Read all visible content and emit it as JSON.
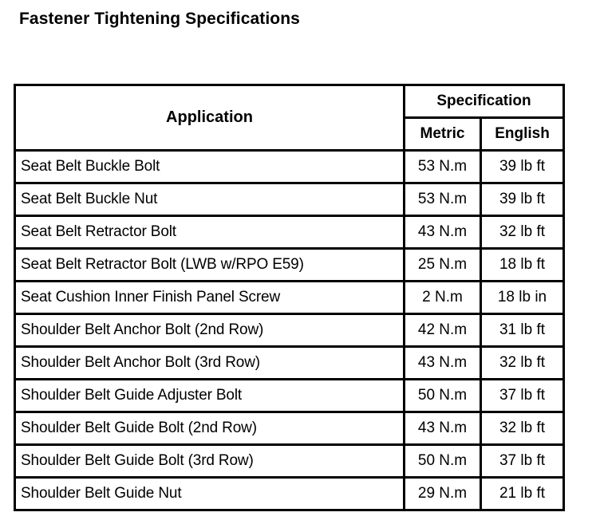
{
  "page": {
    "title": "Fastener Tightening Specifications"
  },
  "table": {
    "headers": {
      "application": "Application",
      "specification": "Specification",
      "metric": "Metric",
      "english": "English"
    },
    "rows": [
      {
        "application": "Seat Belt Buckle Bolt",
        "metric": "53 N.m",
        "english": "39 lb ft"
      },
      {
        "application": "Seat Belt Buckle Nut",
        "metric": "53 N.m",
        "english": "39 lb ft"
      },
      {
        "application": "Seat Belt Retractor Bolt",
        "metric": "43 N.m",
        "english": "32 lb ft"
      },
      {
        "application": "Seat Belt Retractor Bolt (LWB w/RPO E59)",
        "metric": "25 N.m",
        "english": "18 lb ft"
      },
      {
        "application": "Seat Cushion Inner Finish Panel Screw",
        "metric": "2 N.m",
        "english": "18 lb in"
      },
      {
        "application": "Shoulder Belt Anchor Bolt (2nd Row)",
        "metric": "42 N.m",
        "english": "31 lb ft"
      },
      {
        "application": "Shoulder Belt Anchor Bolt (3rd Row)",
        "metric": "43 N.m",
        "english": "32 lb ft"
      },
      {
        "application": "Shoulder Belt Guide Adjuster Bolt",
        "metric": "50 N.m",
        "english": "37 lb ft"
      },
      {
        "application": "Shoulder Belt Guide Bolt (2nd Row)",
        "metric": "43 N.m",
        "english": "32 lb ft"
      },
      {
        "application": "Shoulder Belt Guide Bolt (3rd Row)",
        "metric": "50 N.m",
        "english": "37 lb ft"
      },
      {
        "application": "Shoulder Belt Guide Nut",
        "metric": "29 N.m",
        "english": "21 lb ft"
      }
    ]
  },
  "colors": {
    "text": "#000000",
    "background": "#ffffff",
    "border": "#000000"
  }
}
